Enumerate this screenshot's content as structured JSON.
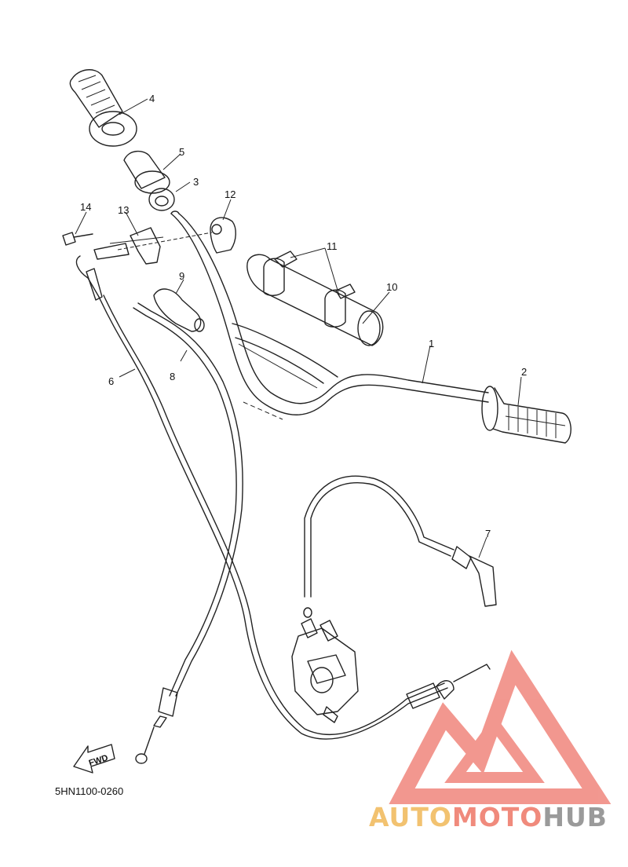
{
  "diagram": {
    "code": "5HN1100-0260",
    "fwd": "FWD",
    "callouts": [
      "1",
      "2",
      "3",
      "4",
      "5",
      "6",
      "7",
      "8",
      "9",
      "10",
      "11",
      "12",
      "13",
      "14"
    ]
  },
  "watermark": {
    "part1": "AUTO",
    "part2": "MOTO",
    "part3": "HUB",
    "color1": "#f2c270",
    "color2": "#f08a7c",
    "color3": "#9a9a9a",
    "logo_color": "#f0867c"
  }
}
